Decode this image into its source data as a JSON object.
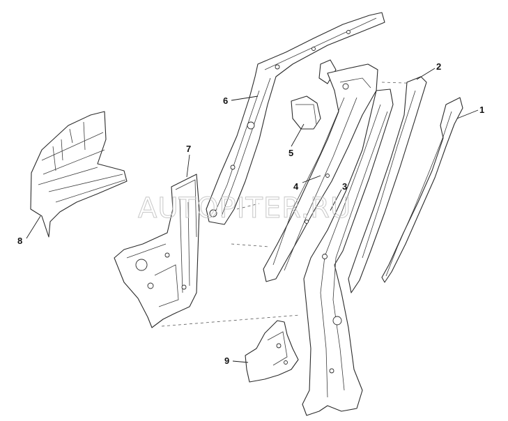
{
  "diagram": {
    "watermark": "AUTOPITER.RU",
    "callouts": [
      "1",
      "2",
      "3",
      "4",
      "5",
      "6",
      "7",
      "8",
      "9"
    ]
  },
  "colors": {
    "line": "#2a2a2a",
    "watermark": "#c7c7c7",
    "background": "#ffffff"
  }
}
